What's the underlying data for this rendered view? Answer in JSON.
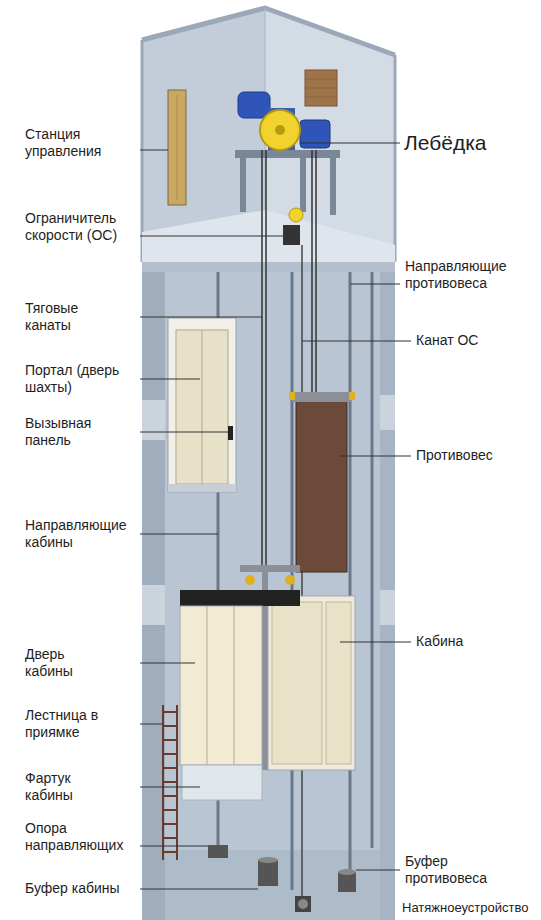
{
  "diagram": {
    "labels": [
      "Станция управления",
      "Лебёдка",
      "Ограничитель скорости (ОС)",
      "Направляющие противовеса",
      "Тяговые канаты",
      "Канат ОС",
      "Портал (дверь шахты)",
      "Вызывная панель",
      "Противовес",
      "Направляющие кабины",
      "Кабина",
      "Дверь кабины",
      "Лестница в приямке",
      "Фартук кабины",
      "Опора направляющих",
      "Буфер кабины",
      "Буфер противовеса",
      "Натяжноеустройство"
    ]
  }
}
